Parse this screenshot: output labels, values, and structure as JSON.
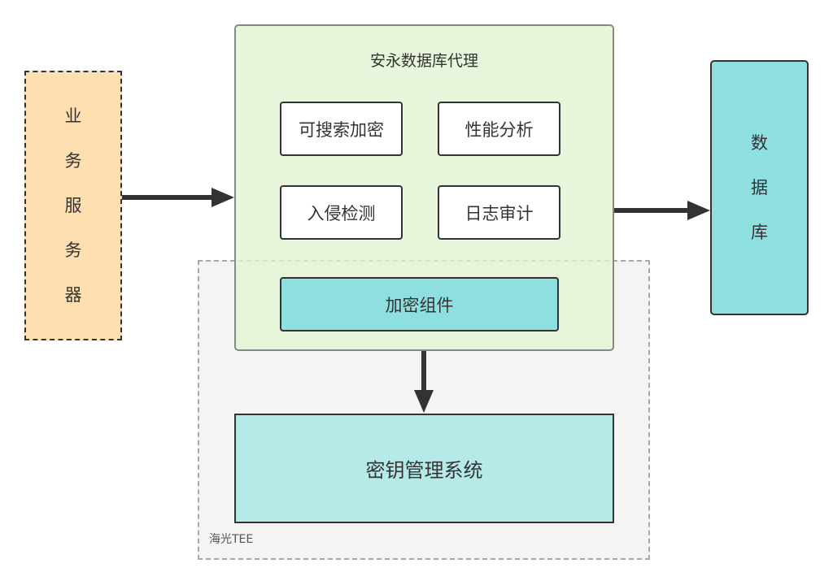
{
  "tee": {
    "label": "海光TEE"
  },
  "server": {
    "chars": [
      "业",
      "务",
      "服",
      "务",
      "器"
    ]
  },
  "proxy": {
    "title": "安永数据库代理",
    "modules": [
      "可搜索加密",
      "性能分析",
      "入侵检测",
      "日志审计"
    ],
    "cipher_component": "加密组件"
  },
  "database": {
    "chars": [
      "数",
      "据",
      "库"
    ]
  },
  "kms": {
    "label": "密钥管理系统"
  },
  "colors": {
    "server_fill": "#fddfb0",
    "proxy_fill": "#e1f5d2",
    "component_fill": "#8edfe0",
    "kms_fill": "#b6eae9",
    "tee_fill": "#f5f4f2",
    "arrow": "#333333"
  }
}
